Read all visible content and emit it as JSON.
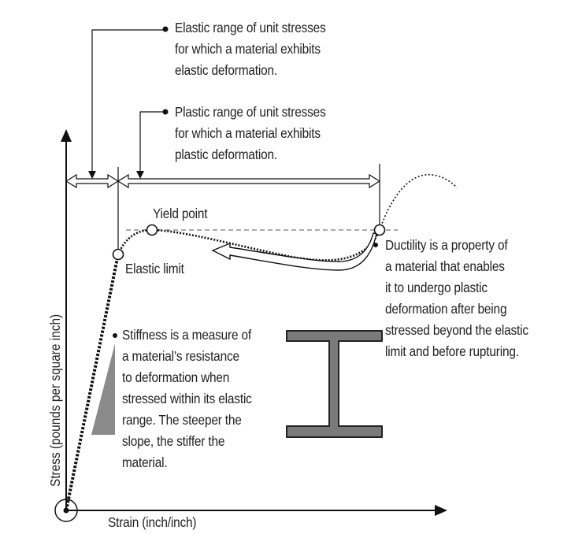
{
  "annotations": {
    "elastic_range": [
      "Elastic range of unit stresses",
      "for which a material exhibits",
      "elastic deformation."
    ],
    "plastic_range": [
      "Plastic range of unit stresses",
      "for which a material exhibits",
      "plastic deformation."
    ],
    "yield_point": "Yield point",
    "elastic_limit": "Elastic limit",
    "ductility": [
      "Ductility is a property of",
      "a material that enables",
      "it to undergo plastic",
      "deformation after being",
      "stressed beyond the elastic",
      "limit and before rupturing."
    ],
    "stiffness": [
      "Stiffness is a measure of",
      "a material’s resistance",
      "to deformation when",
      "stressed within its elastic",
      "range. The steeper the",
      "slope, the stiffer the",
      "material."
    ]
  },
  "axes": {
    "x_label": "Strain (inch/inch)",
    "y_label": "Stress (pounds per square inch)"
  },
  "colors": {
    "ink": "#111111",
    "gray_fill": "#8a8a8a",
    "beam_fill": "#7a7a7a",
    "beam_stroke": "#222222"
  },
  "icons": {
    "beam": "i-beam-icon"
  }
}
